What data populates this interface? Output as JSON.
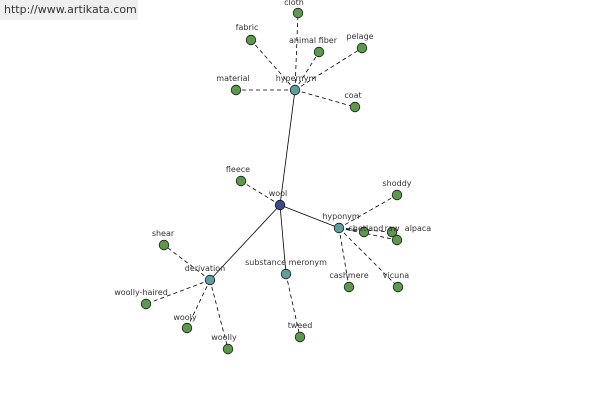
{
  "watermark": {
    "url": "http://www.artikata.com"
  },
  "colors": {
    "leaf": "#5a9a4a",
    "relation": "#5f9ea0",
    "center": "#3a4a8a",
    "edge": "#000000"
  },
  "nodes": [
    {
      "id": "wool",
      "label": "wool",
      "kind": "center"
    },
    {
      "id": "hypernym",
      "label": "hypernym",
      "kind": "relation"
    },
    {
      "id": "hyponym",
      "label": "hyponym",
      "kind": "relation"
    },
    {
      "id": "derivation",
      "label": "derivation",
      "kind": "relation"
    },
    {
      "id": "substance_meronym",
      "label": "substance meronym",
      "kind": "relation"
    },
    {
      "id": "cloth",
      "label": "cloth",
      "kind": "leaf"
    },
    {
      "id": "fabric",
      "label": "fabric",
      "kind": "leaf"
    },
    {
      "id": "animal_fiber",
      "label": "animal fiber",
      "kind": "leaf"
    },
    {
      "id": "pelage",
      "label": "pelage",
      "kind": "leaf"
    },
    {
      "id": "material",
      "label": "material",
      "kind": "leaf"
    },
    {
      "id": "coat",
      "label": "coat",
      "kind": "leaf"
    },
    {
      "id": "fleece",
      "label": "fleece",
      "kind": "leaf"
    },
    {
      "id": "shoddy",
      "label": "shoddy",
      "kind": "leaf"
    },
    {
      "id": "shetland",
      "label": "shetland",
      "kind": "leaf"
    },
    {
      "id": "raw",
      "label": "raw",
      "kind": "leaf"
    },
    {
      "id": "alpaca",
      "label": "alpaca",
      "kind": "leaf"
    },
    {
      "id": "cashmere",
      "label": "cashmere",
      "kind": "leaf"
    },
    {
      "id": "vicuna",
      "label": "vicuna",
      "kind": "leaf"
    },
    {
      "id": "tweed",
      "label": "tweed",
      "kind": "leaf"
    },
    {
      "id": "shear",
      "label": "shear",
      "kind": "leaf"
    },
    {
      "id": "woolly_haired",
      "label": "woolly-haired",
      "kind": "leaf"
    },
    {
      "id": "wooly",
      "label": "wooly",
      "kind": "leaf"
    },
    {
      "id": "woolly",
      "label": "woolly",
      "kind": "leaf"
    }
  ],
  "edges": [
    {
      "from": "wool",
      "to": "hypernym",
      "style": "solid"
    },
    {
      "from": "wool",
      "to": "hyponym",
      "style": "solid"
    },
    {
      "from": "wool",
      "to": "derivation",
      "style": "solid"
    },
    {
      "from": "wool",
      "to": "substance_meronym",
      "style": "solid"
    },
    {
      "from": "hypernym",
      "to": "cloth",
      "style": "dashed"
    },
    {
      "from": "hypernym",
      "to": "fabric",
      "style": "dashed"
    },
    {
      "from": "hypernym",
      "to": "animal_fiber",
      "style": "dashed"
    },
    {
      "from": "hypernym",
      "to": "pelage",
      "style": "dashed"
    },
    {
      "from": "hypernym",
      "to": "material",
      "style": "dashed"
    },
    {
      "from": "hypernym",
      "to": "coat",
      "style": "dashed"
    },
    {
      "from": "wool",
      "to": "fleece",
      "style": "dashed"
    },
    {
      "from": "hyponym",
      "to": "shoddy",
      "style": "dashed"
    },
    {
      "from": "hyponym",
      "to": "shetland",
      "style": "dashed"
    },
    {
      "from": "hyponym",
      "to": "raw",
      "style": "dashed"
    },
    {
      "from": "hyponym",
      "to": "alpaca",
      "style": "dashed"
    },
    {
      "from": "hyponym",
      "to": "cashmere",
      "style": "dashed"
    },
    {
      "from": "hyponym",
      "to": "vicuna",
      "style": "dashed"
    },
    {
      "from": "substance_meronym",
      "to": "tweed",
      "style": "dashed"
    },
    {
      "from": "derivation",
      "to": "shear",
      "style": "dashed"
    },
    {
      "from": "derivation",
      "to": "woolly_haired",
      "style": "dashed"
    },
    {
      "from": "derivation",
      "to": "wooly",
      "style": "dashed"
    },
    {
      "from": "derivation",
      "to": "woolly",
      "style": "dashed"
    }
  ]
}
